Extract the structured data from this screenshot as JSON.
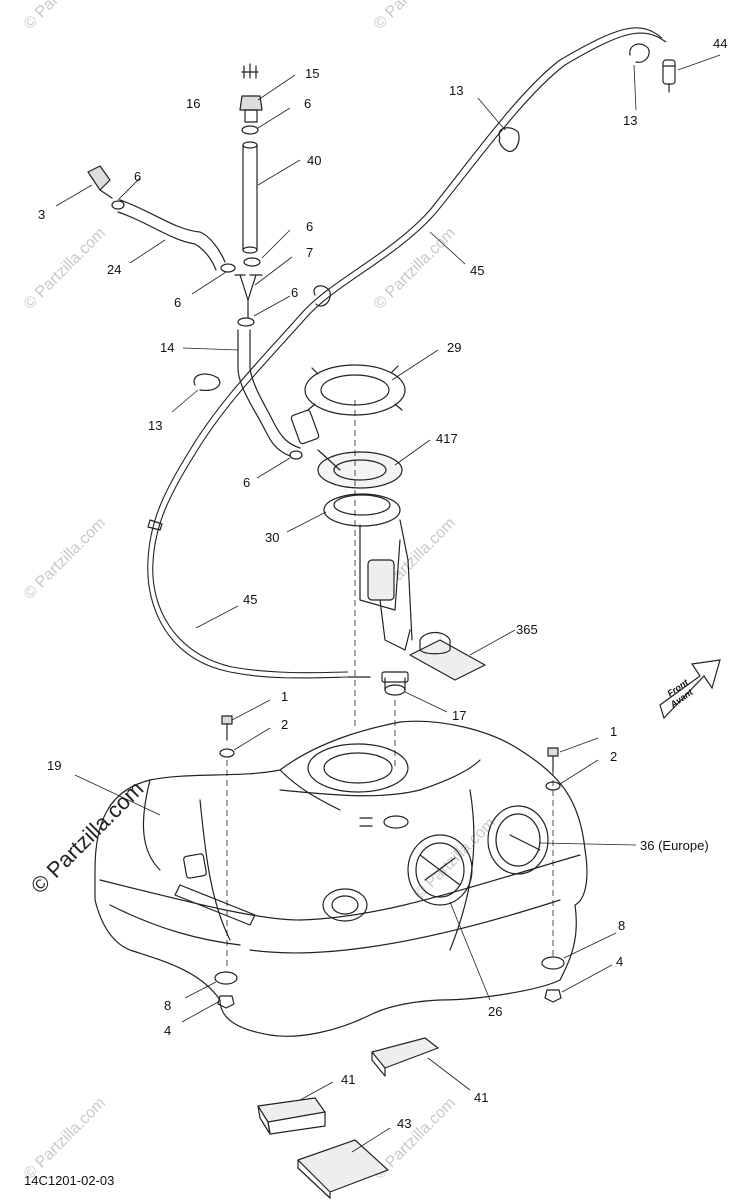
{
  "diagram": {
    "reference_code": "14C1201-02-03",
    "front_arrow": {
      "line1": "Front",
      "line2": "Avant"
    },
    "watermark_text": "© Partzilla.com",
    "labels": {
      "l1a": "1",
      "l1b": "1",
      "l2a": "2",
      "l2b": "2",
      "l3": "3",
      "l4a": "4",
      "l4b": "4",
      "l6a": "6",
      "l6b": "6",
      "l6c": "6",
      "l6d": "6",
      "l6e": "6",
      "l6f": "6",
      "l7": "7",
      "l8a": "8",
      "l8b": "8",
      "l13a": "13",
      "l13b": "13",
      "l13c": "13",
      "l14": "14",
      "l15": "15",
      "l16": "16",
      "l17": "17",
      "l19": "19",
      "l24": "24",
      "l26": "26",
      "l29": "29",
      "l30": "30",
      "l36": "36 (Europe)",
      "l40": "40",
      "l41a": "41",
      "l41b": "41",
      "l43": "43",
      "l44": "44",
      "l45a": "45",
      "l45b": "45",
      "l365": "365",
      "l417": "417"
    }
  }
}
